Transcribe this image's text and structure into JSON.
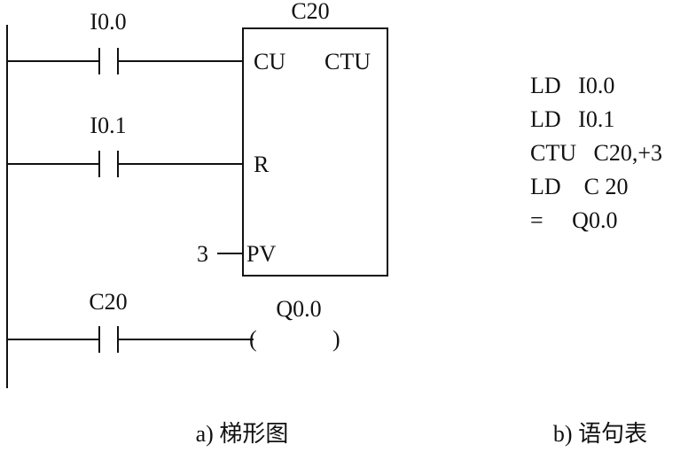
{
  "ladder": {
    "rung1": {
      "contact": "I0.0"
    },
    "rung2": {
      "contact": "I0.1"
    },
    "counter": {
      "name": "C20",
      "type": "CTU",
      "pin_cu": "CU",
      "pin_r": "R",
      "pin_pv": "PV",
      "preset": "3"
    },
    "rung3": {
      "contact": "C20",
      "coil": "Q0.0",
      "coil_left": "(",
      "coil_right": ")"
    }
  },
  "statement_list": {
    "lines": [
      "LD   I0.0",
      "LD   I0.1",
      "CTU   C20,+3",
      "LD    C 20",
      "=     Q0.0"
    ]
  },
  "captions": {
    "ladder": "a) 梯形图",
    "statement_list": "b) 语句表"
  }
}
